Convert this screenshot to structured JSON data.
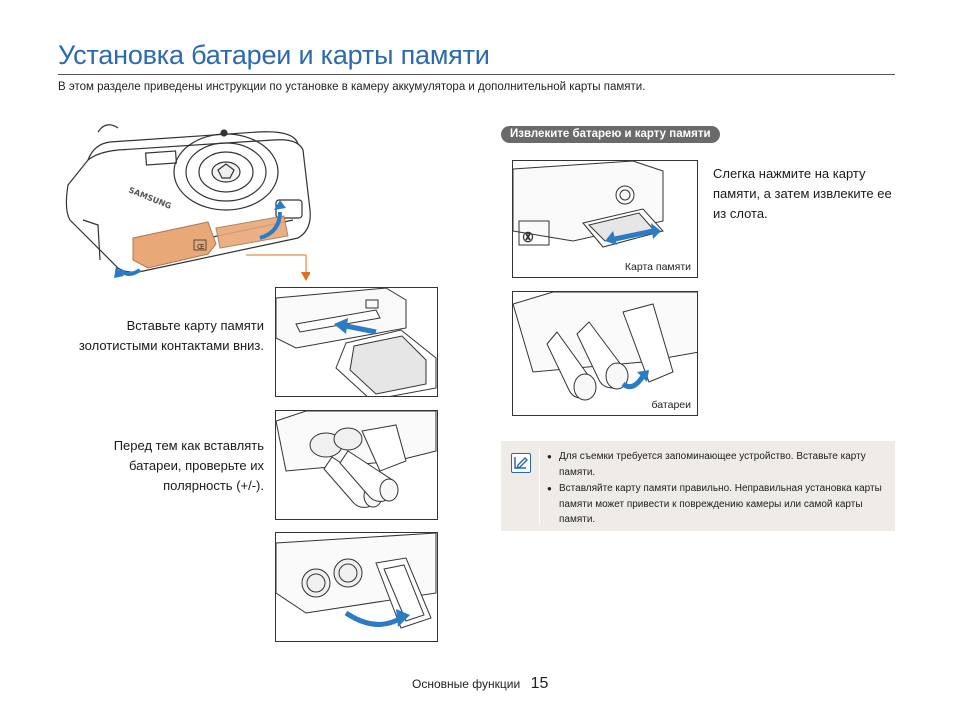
{
  "page": {
    "title": "Установка батареи и карты памяти",
    "intro": "В этом разделе приведены инструкции по установке в камеру аккумулятора и дополнительной карты памяти."
  },
  "camera": {
    "brand": "SAMSUNG"
  },
  "steps": {
    "insert_card": "Вставьте карту памяти золотистыми контактами вниз.",
    "insert_batteries": "Перед тем как вставлять батареи, проверьте их полярность (+/-)."
  },
  "removal": {
    "heading": "Извлеките батарею и карту памяти",
    "text": "Слегка нажмите на карту памяти, а затем извлеките ее из слота.",
    "card_label": "Карта памяти",
    "battery_label": "батареи"
  },
  "note": {
    "icon": "note-pencil-icon",
    "items": [
      "Для съемки требуется запоминающее устройство. Вставьте карту памяти.",
      "Вставляйте карту памяти правильно. Неправильная установка карты памяти может привести к повреждению камеры или самой карты памяти."
    ]
  },
  "footer": {
    "section": "Основные функции",
    "page_number": "15"
  },
  "colors": {
    "title": "#2b6ab3",
    "accent_orange": "#e8a878",
    "arrow_blue": "#2b7cc4",
    "note_bg": "#efebe7",
    "pill_bg": "#6a6a6a"
  }
}
